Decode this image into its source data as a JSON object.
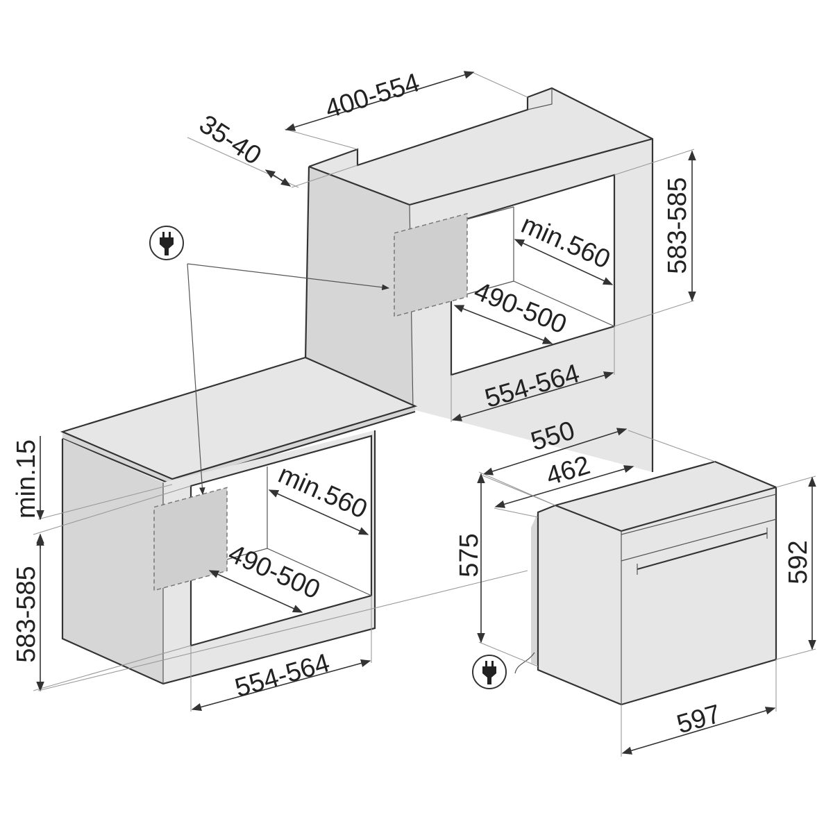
{
  "upper_install": {
    "width_range": "400-554",
    "panel_thickness": "35-40",
    "height_range": "583-585",
    "depth_min": "min.560",
    "depth_range": "490-500",
    "opening_width": "554-564"
  },
  "lower_install": {
    "top_gap": "min.15",
    "height_range": "583-585",
    "depth_min": "min.560",
    "depth_range": "490-500",
    "opening_width": "554-564"
  },
  "oven": {
    "depth_total": "550",
    "depth_body": "462",
    "body_height": "575",
    "front_height": "592",
    "front_width": "597"
  },
  "icons": [
    "power-plug-icon",
    "power-plug-icon"
  ],
  "colors": {
    "cabinet": "#e6e6e6",
    "outline": "#333333"
  }
}
